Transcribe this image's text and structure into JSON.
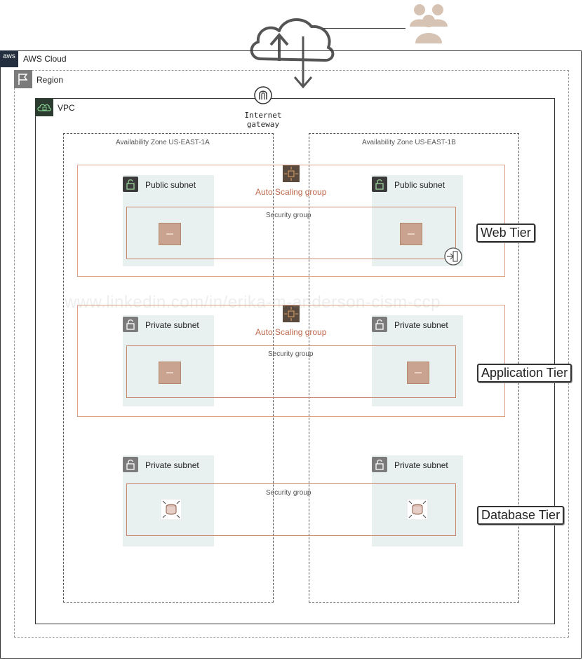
{
  "diagram": {
    "aws_cloud_label": "AWS Cloud",
    "aws_logo_text": "aws",
    "region_label": "Region",
    "vpc_label": "VPC",
    "igw_label_line1": "Internet",
    "igw_label_line2": "gateway",
    "az_a_label": "Availability Zone  US-EAST-1A",
    "az_b_label": "Availability Zone  US-EAST-1B",
    "asg_label": "Auto Scaling group",
    "sg_label": "Security group",
    "public_subnet_label": "Public subnet",
    "private_subnet_label": "Private subnet",
    "web_tier_label": "Web Tier",
    "app_tier_label": "Application Tier",
    "db_tier_label": "Database Tier",
    "watermark": "www.linkedin.com/in/erika-m-anderson-cism-ccp"
  },
  "colors": {
    "subnet_fill": "#e8f1ef",
    "security_group_border": "#c7866e",
    "asg_label": "#c0694d",
    "ec2_fill": "#c9a38f",
    "outline": "#333333"
  },
  "icons": [
    "cloud-upload-icon",
    "users-icon",
    "aws-logo-icon",
    "region-flag-icon",
    "vpc-cloud-icon",
    "internet-gateway-icon",
    "autoscaling-icon",
    "lock-icon",
    "ec2-instance-icon",
    "load-balancer-icon",
    "rds-database-icon"
  ]
}
